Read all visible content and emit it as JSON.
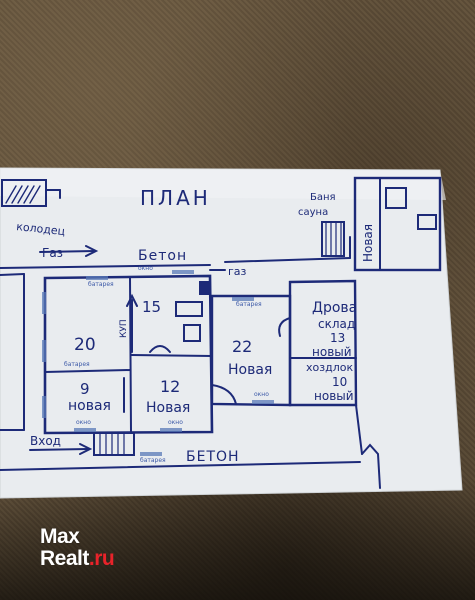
{
  "plan": {
    "title": "ПЛАН",
    "well": "колодец",
    "gas_pipe": "Газ",
    "gas_tap": "газ",
    "concrete_top": "Бетон",
    "concrete_bottom": "БЕТОН",
    "entrance": "Вход",
    "bathhouse": "Баня",
    "sauna": "сауна",
    "bathhouse_status": "Новая",
    "woodshed_title": "Дрова",
    "woodshed_sub": "склад",
    "woodshed_area": "13",
    "woodshed_status": "новый",
    "utility_title": "хоздлок",
    "utility_area": "10",
    "utility_status": "новый",
    "rooms": [
      {
        "area": "20",
        "status": ""
      },
      {
        "area": "15",
        "status": ""
      },
      {
        "area": "9",
        "status": "новая"
      },
      {
        "area": "12",
        "status": "Новая"
      },
      {
        "area": "22",
        "status": "Новая"
      }
    ],
    "window_label": "окно",
    "radiator_label": "батарея",
    "stove_label": "КУП"
  },
  "watermark": {
    "line1": "Max",
    "line2_main": "Realt",
    "line2_suffix": ".ru"
  }
}
